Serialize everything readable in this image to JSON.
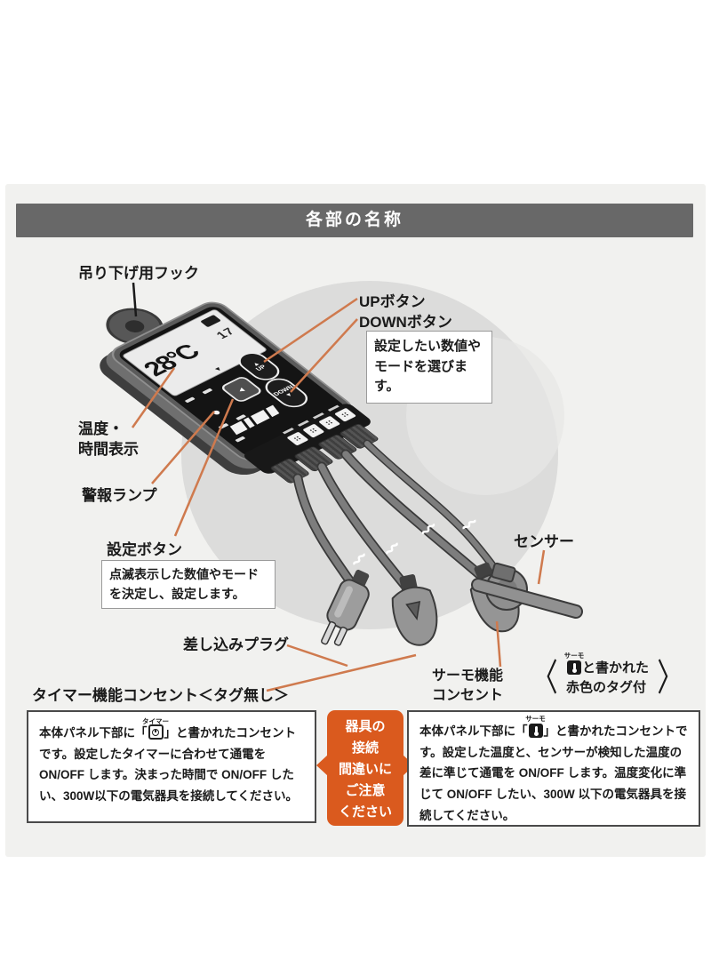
{
  "header": {
    "title": "各部の名称"
  },
  "device": {
    "lcd": {
      "temp": "28°C",
      "time": "17"
    },
    "buttons": {
      "up": "UP",
      "down": "DOWN"
    }
  },
  "labels": {
    "hook": "吊り下げ用フック",
    "up": "UPボタン",
    "down": "DOWNボタン",
    "updown_desc": "設定したい数値やモードを選びます。",
    "display_1": "温度・",
    "display_2": "時間表示",
    "alarm": "警報ランプ",
    "set": "設定ボタン",
    "set_desc": "点滅表示した数値やモードを決定し、設定します。",
    "plug": "差し込みプラグ",
    "sensor": "センサー",
    "timer_outlet": "タイマー機能コンセント＜タグ無し＞",
    "thermo_outlet_1": "サーモ機能",
    "thermo_outlet_2": "コンセント",
    "tag_bracket_l": "〈",
    "tag_icon_label": "サーモ",
    "tag_text_1": "と書かれた",
    "tag_text_2": "赤色のタグ付",
    "tag_bracket_r": "〉"
  },
  "boxes": {
    "timer": {
      "prefix": "本体パネル下部に「",
      "icon_label": "タイマー",
      "suffix": "」と書かれたコンセントです。設定したタイマーに合わせて通電を ON/OFF します。決まった時間で ON/OFF したい、300W以下の電気器具を接続してください。"
    },
    "warning": {
      "lines": [
        "器具の",
        "接続",
        "間違いに",
        "ご注意",
        "ください"
      ]
    },
    "thermo": {
      "prefix": "本体パネル下部に「",
      "icon_label": "サーモ",
      "suffix": "」と書かれたコンセントです。設定した温度と、センサーが検知した温度の差に準じて通電を ON/OFF します。温度変化に準じて ON/OFF したい、300W 以下の電気器具を接続してください。"
    }
  },
  "colors": {
    "accent_orange": "#da5a1e",
    "leader_line": "#cf7a4e",
    "panel_bg": "#f1f1ef",
    "header_bg": "#686868",
    "circle_gray": "#dcdcdb",
    "device_panel": "#141414",
    "lcd_bg": "#ebebeb"
  }
}
